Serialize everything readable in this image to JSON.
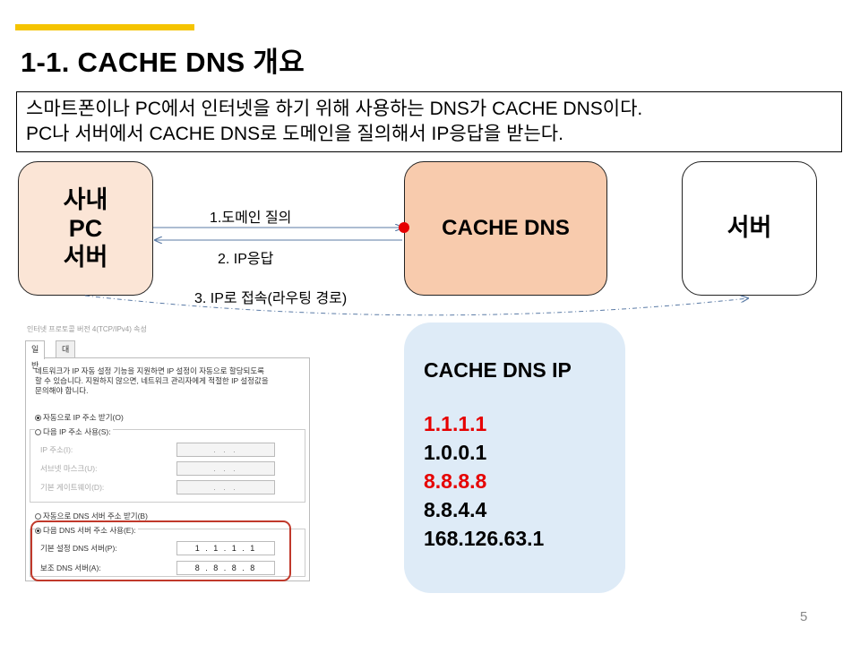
{
  "title": "1-1. CACHE DNS 개요",
  "description": [
    "스마트폰이나 PC에서 인터넷을 하기 위해 사용하는 DNS가 CACHE DNS이다.",
    "PC나 서버에서 CACHE DNS로 도메인을 질의해서 IP응답을 받는다."
  ],
  "nodes": {
    "client": [
      "사내",
      "PC",
      "서버"
    ],
    "cache": "CACHE DNS",
    "server": "서버"
  },
  "arrows": {
    "query": "1.도메인 질의",
    "response": "2. IP응답",
    "connect": "3. IP로 접속(라우팅 경로)"
  },
  "ip_box": {
    "title": "CACHE DNS IP",
    "ips": [
      {
        "value": "1.1.1.1",
        "color": "#e60000"
      },
      {
        "value": "1.0.0.1",
        "color": "#000000"
      },
      {
        "value": "8.8.8.8",
        "color": "#e60000"
      },
      {
        "value": "8.8.4.4",
        "color": "#000000"
      },
      {
        "value": "168.126.63.1",
        "color": "#000000"
      }
    ]
  },
  "dialog": {
    "caption": "인터넷 프로토콜 버전 4(TCP/IPv4) 속성",
    "tabs": [
      "일반",
      "대체 구성"
    ],
    "info": [
      "네트워크가 IP 자동 설정 기능을 지원하면 IP 설정이 자동으로 할당되도록",
      "할 수 있습니다. 지원하지 않으면, 네트워크 관리자에게 적절한 IP 설정값을",
      "문의해야 합니다."
    ],
    "ip_auto": "자동으로 IP 주소 받기(O)",
    "ip_manual": "다음 IP 주소 사용(S):",
    "ip_fields": [
      "IP 주소(I):",
      "서브넷 마스크(U):",
      "기본 게이트웨이(D):"
    ],
    "empty_field": ". . .",
    "dns_auto": "자동으로 DNS 서버 주소 받기(B)",
    "dns_manual": "다음 DNS 서버 주소 사용(E):",
    "dns_primary_label": "기본 설정 DNS 서버(P):",
    "dns_primary_value": "1 . 1 . 1 . 1",
    "dns_secondary_label": "보조 DNS 서버(A):",
    "dns_secondary_value": "8 . 8 . 8 . 8"
  },
  "page_number": "5",
  "colors": {
    "accent": "#f5c400",
    "client_fill": "#fbe5d6",
    "cache_fill": "#f8cbad",
    "ip_box_fill": "#deebf7",
    "arrow": "#5b7ba6",
    "endpoint": "#e60000",
    "highlight": "#c0392b"
  }
}
